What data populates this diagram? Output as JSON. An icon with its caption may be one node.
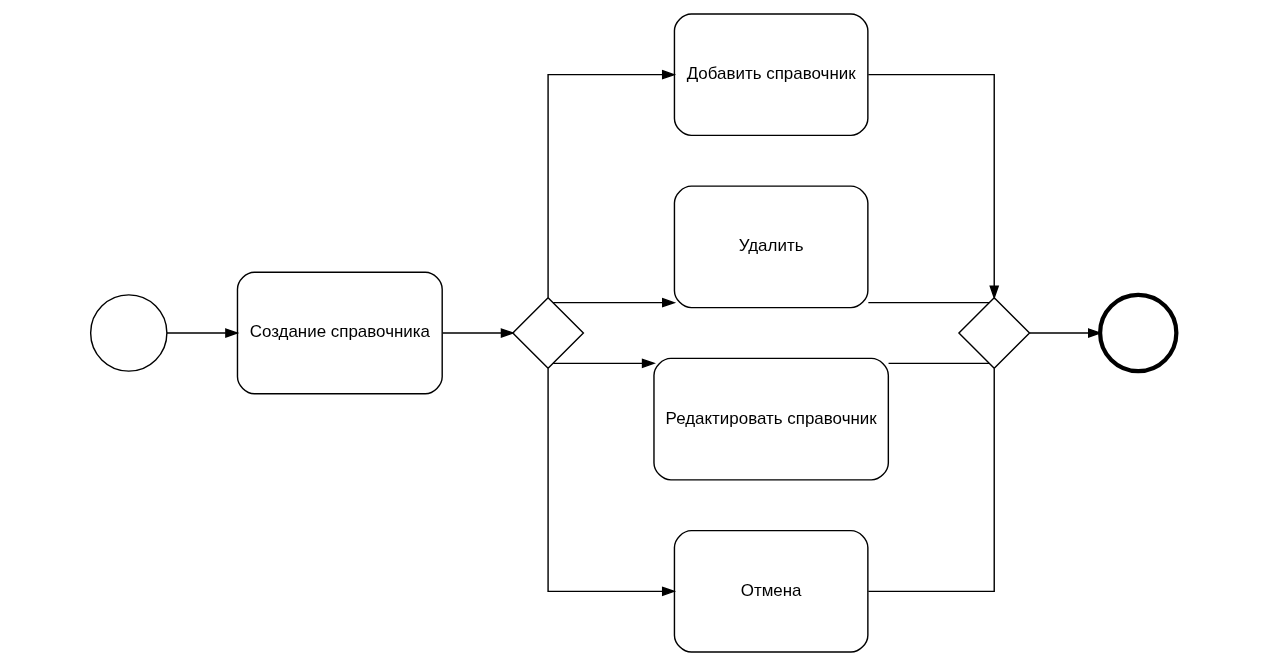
{
  "diagram": {
    "nodes": [
      {
        "text": [],
        "shape": "circle"
      },
      {
        "text": [
          "Создание справочника"
        ]
      },
      {
        "text": [],
        "shape": "diamond"
      },
      {
        "text": [
          "Добавить справочник"
        ]
      },
      {
        "text": [
          "Удалить"
        ]
      },
      {
        "text": [
          "Редактировать справочник"
        ]
      },
      {
        "text": [
          "Отмена"
        ]
      },
      {
        "text": [],
        "shape": "diamond"
      },
      {
        "text": [],
        "shape": "circle"
      }
    ],
    "edges": [
      {
        "from": 0,
        "to": 1,
        "arrow": "to"
      },
      {
        "from": 1,
        "to": 2,
        "arrow": "to"
      },
      {
        "from": 2,
        "to": 3,
        "arrow": "to"
      },
      {
        "from": 2,
        "to": 4,
        "arrow": "to"
      },
      {
        "from": 2,
        "to": 5,
        "arrow": "to"
      },
      {
        "from": 2,
        "to": 6,
        "arrow": "to"
      },
      {
        "from": 3,
        "to": 7,
        "arrow": "to"
      },
      {
        "from": 4,
        "to": 7,
        "arrow": "none"
      },
      {
        "from": 5,
        "to": 7,
        "arrow": "none"
      },
      {
        "from": 6,
        "to": 7,
        "arrow": "none"
      },
      {
        "from": 7,
        "to": 8,
        "arrow": "to"
      }
    ]
  }
}
